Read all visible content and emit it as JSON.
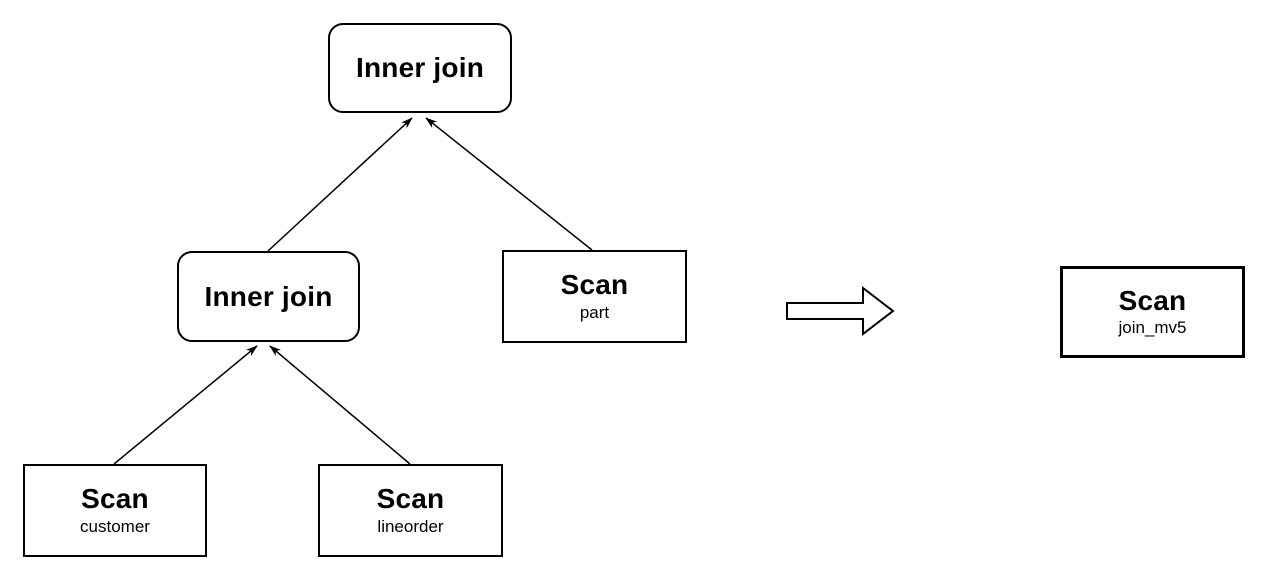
{
  "diagram": {
    "before": {
      "root_join": {
        "label": "Inner join"
      },
      "child_join": {
        "label": "Inner join"
      },
      "scan_part": {
        "label": "Scan",
        "table": "part"
      },
      "scan_customer": {
        "label": "Scan",
        "table": "customer"
      },
      "scan_lineorder": {
        "label": "Scan",
        "table": "lineorder"
      }
    },
    "after": {
      "scan_mv": {
        "label": "Scan",
        "table": "join_mv5"
      }
    },
    "colors": {
      "stroke": "#000000",
      "fill": "#ffffff",
      "text": "#000000"
    }
  }
}
